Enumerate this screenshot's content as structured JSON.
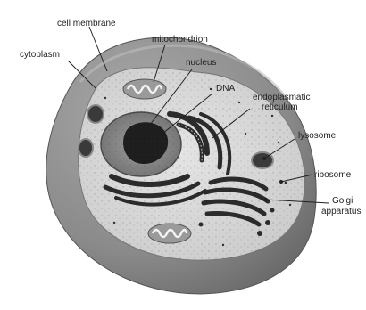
{
  "labels": {
    "cell_membrane": "cell membrane",
    "mitochondrion": "mitochondrion",
    "cytoplasm": "cytoplasm",
    "nucleus": "nucleus",
    "dna": "DNA",
    "er_line1": "endoplasmatic",
    "er_line2": "reticulum",
    "lysosome": "lysosome",
    "ribosome": "ribosome",
    "golgi_line1": "Golgi",
    "golgi_line2": "apparatus"
  }
}
